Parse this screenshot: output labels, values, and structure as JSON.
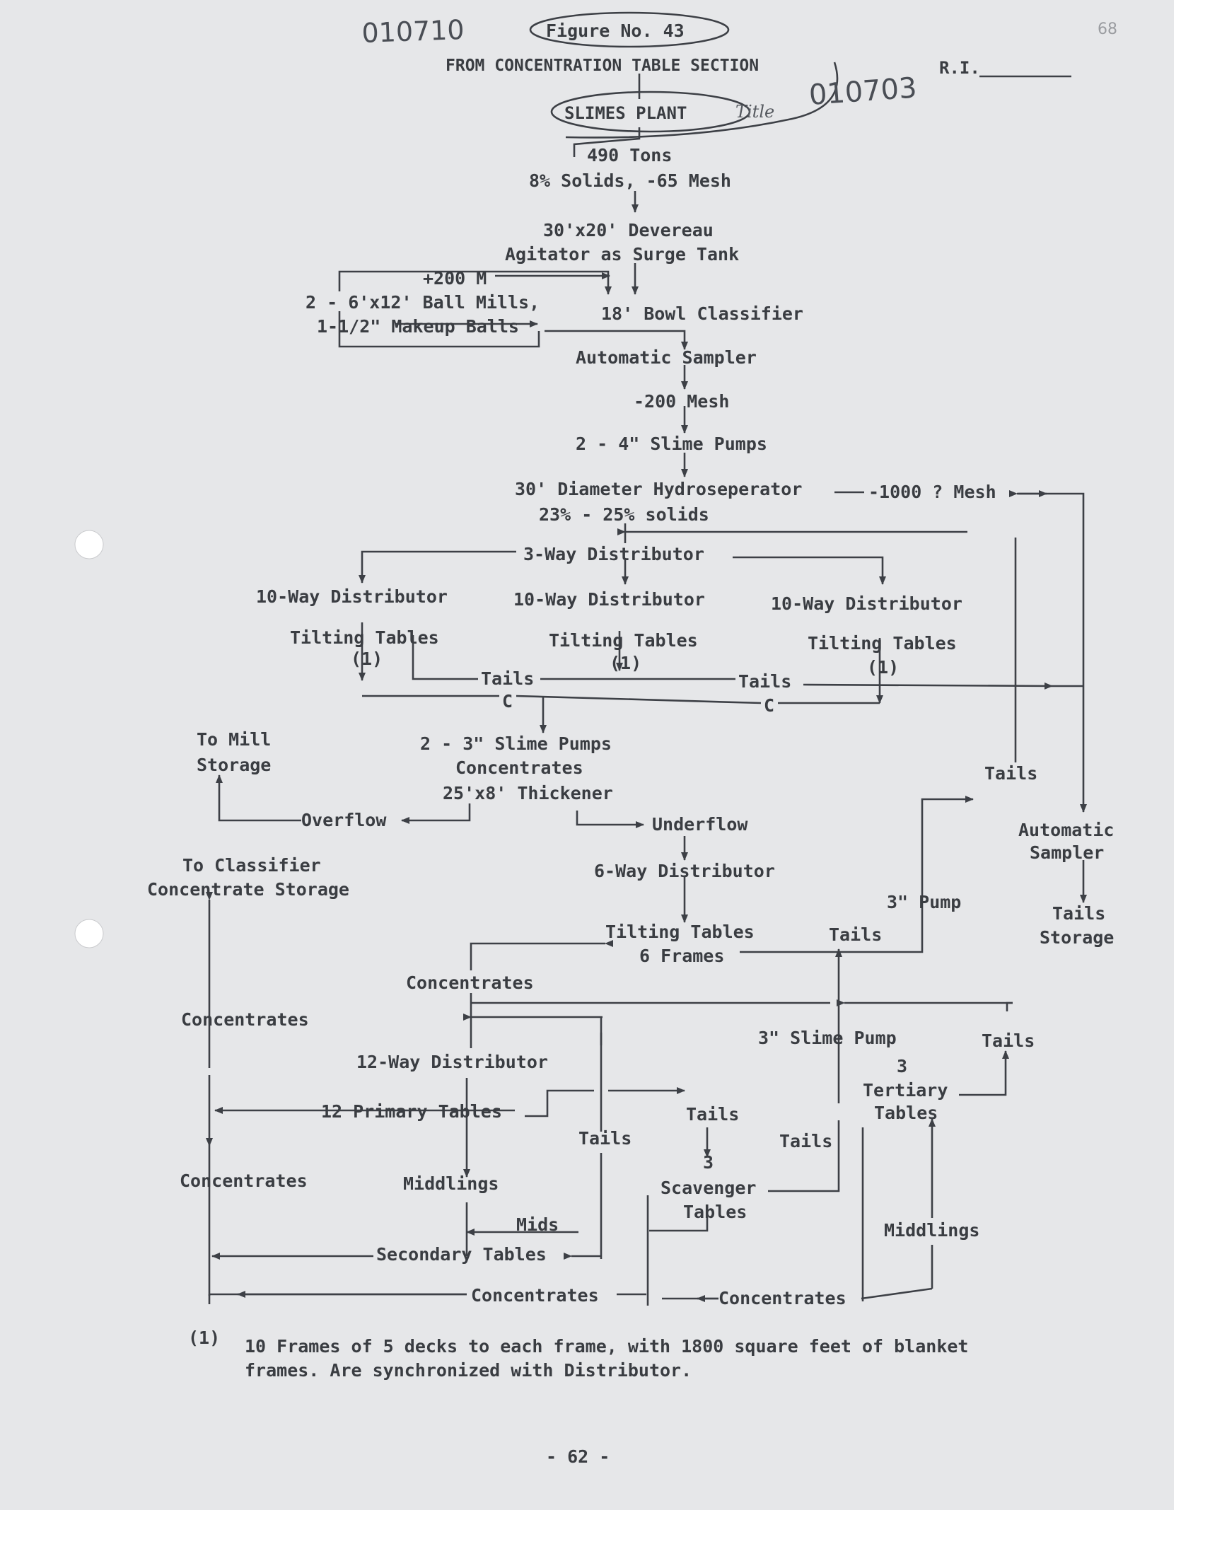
{
  "header": {
    "stamp_left": "010710",
    "figure_label": "Figure No. 43",
    "page_corner": "68",
    "source": "FROM CONCENTRATION TABLE SECTION",
    "stamp_right": "010703",
    "ri_label": "R.I.",
    "plant_title": "SLIMES PLANT",
    "title_note": "Title"
  },
  "flow": {
    "feed_tons": "490 Tons",
    "feed_solids": "8% Solids, -65 Mesh",
    "agitator_1": "30'x20' Devereau",
    "agitator_2": "Agitator as Surge Tank",
    "plus_200": "+200 M",
    "ball_mills_1": "2 - 6'x12' Ball Mills,",
    "ball_mills_2": "1-1/2\" Makeup Balls",
    "classifier": "18' Bowl Classifier",
    "auto_sampler": "Automatic Sampler",
    "minus_200": "-200 Mesh",
    "slime_pumps_4": "2 - 4\" Slime Pumps",
    "hydrosep_1": "30' Diameter Hydroseperator",
    "hydrosep_2": "23% - 25% solids",
    "minus_1000": "-1000 ? Mesh",
    "three_way": "3-Way Distributor",
    "ten_way": "10-Way Distributor",
    "tilting_tables": "Tilting Tables",
    "note_ref": "(1)",
    "tails": "Tails",
    "c": "C",
    "to_mill_1": "To Mill",
    "to_mill_2": "Storage",
    "slime_pumps_3": "2 - 3\" Slime Pumps",
    "concentrates": "Concentrates",
    "thickener": "25'x8' Thickener",
    "overflow": "Overflow",
    "underflow": "Underflow",
    "auto_sampler_1": "Automatic",
    "auto_sampler_2": "Sampler",
    "tails_storage_1": "Tails",
    "tails_storage_2": "Storage",
    "to_classifier_1": "To Classifier",
    "to_classifier_2": "Concentrate Storage",
    "six_way": "6-Way Distributor",
    "pump_3": "3\" Pump",
    "tilt6_1": "Tilting Tables",
    "tilt6_2": "6 Frames",
    "slime_pump_3b": "3\" Slime Pump",
    "twelve_way": "12-Way Distributor",
    "tertiary_n": "3",
    "tertiary_1": "Tertiary",
    "tertiary_2": "Tables",
    "primary": "12 Primary Tables",
    "scav_n": "3",
    "scav_1": "Scavenger",
    "scav_2": "Tables",
    "middlings": "Middlings",
    "mids": "Mids",
    "secondary": "Secondary Tables"
  },
  "footnote": {
    "marker": "(1)",
    "line1": "10 Frames of 5 decks to each frame, with 1800 square feet of blanket",
    "line2": "frames.  Are synchronized with Distributor."
  },
  "page_number": "- 62 -"
}
